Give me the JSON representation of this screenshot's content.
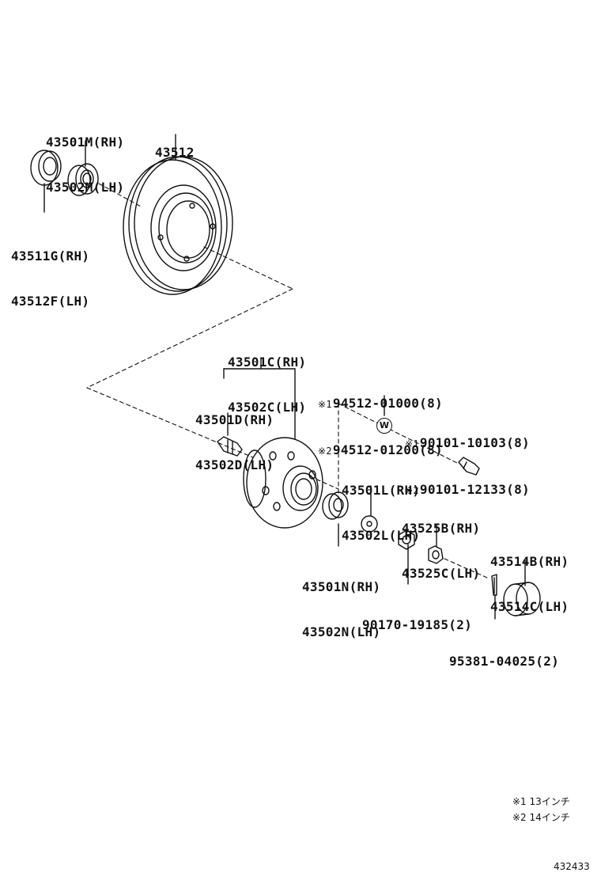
{
  "parts": {
    "oil_seal": {
      "lines": [
        "43501M(RH)",
        "43502M(LH)"
      ]
    },
    "disc_rotor": {
      "lines": [
        "43512"
      ]
    },
    "inner_bearing_outer": {
      "lines": [
        "43511G(RH)",
        "43512F(LH)"
      ]
    },
    "hub_assembly": {
      "lines": [
        "43501C(RH)",
        "43502C(LH)"
      ]
    },
    "hub_sub": {
      "lines": [
        "43501D(RH)",
        "43502D(LH)"
      ]
    },
    "hub_bolt": {
      "lines": [
        "94512-01000(8)",
        "94512-01200(8)"
      ],
      "marks": [
        "※1",
        "※2"
      ]
    },
    "bolt": {
      "lines": [
        "90101-10103(8)",
        "90101-12133(8)"
      ],
      "marks": [
        "※1",
        "※2"
      ]
    },
    "washer": {
      "lines": [
        "43501L(RH)",
        "43502L(LH)"
      ]
    },
    "lock_nut": {
      "lines": [
        "43525B(RH)",
        "43525C(LH)"
      ]
    },
    "outer_bearing": {
      "lines": [
        "43501N(RH)",
        "43502N(LH)"
      ]
    },
    "grease_cap": {
      "lines": [
        "43514B(RH)",
        "43514C(LH)"
      ]
    },
    "nut": {
      "lines": [
        "90170-19185(2)"
      ]
    },
    "cotter_pin": {
      "lines": [
        "95381-04025(2)"
      ]
    },
    "w_symbol": "W"
  },
  "notes": [
    {
      "mark": "※1",
      "text": "13インチ"
    },
    {
      "mark": "※2",
      "text": "14インチ"
    }
  ],
  "figure_number": "432433",
  "colors": {
    "ink": "#111111",
    "paper": "#ffffff"
  }
}
